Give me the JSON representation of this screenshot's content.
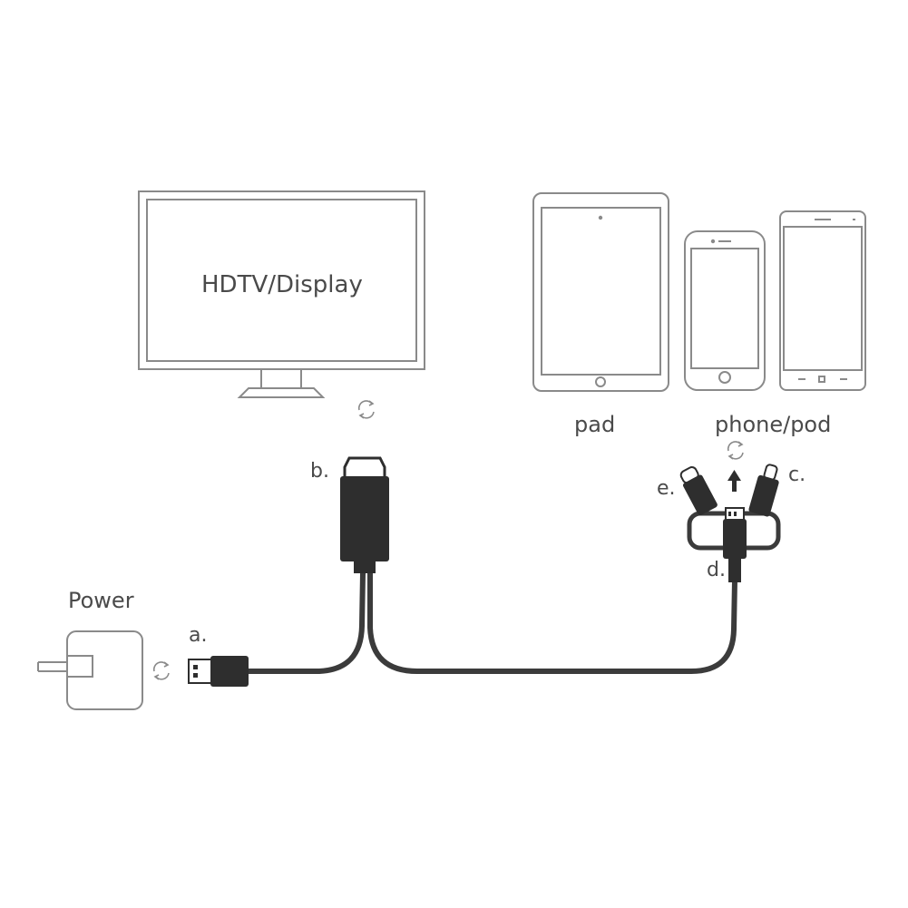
{
  "labels": {
    "display": "HDTV/Display",
    "pad": "pad",
    "phone": "phone/pod",
    "power": "Power",
    "a": "a.",
    "b": "b.",
    "c": "c.",
    "d": "d.",
    "e": "e."
  },
  "colors": {
    "line": "#8a8a8a",
    "cable": "#3b3b3b",
    "connector": "#2e2e2e",
    "text": "#4a4a4a"
  },
  "icons": [
    "monitor-icon",
    "tablet-icon",
    "phone-icon",
    "power-adapter-icon",
    "usb-plug-icon",
    "hdmi-plug-icon",
    "lightning-plug-icon",
    "micro-usb-plug-icon",
    "usb-c-plug-icon",
    "rotate-icon",
    "arrow-up-icon"
  ]
}
